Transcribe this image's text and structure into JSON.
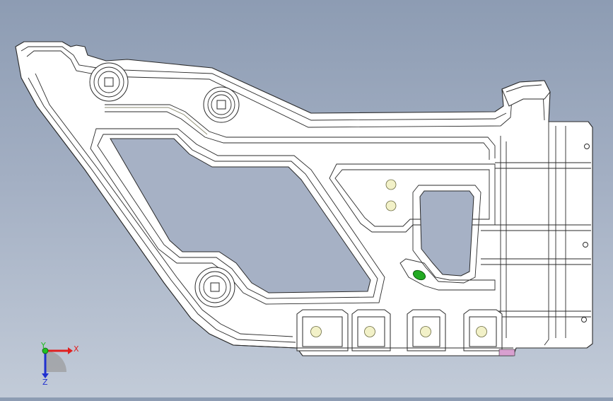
{
  "viewport": {
    "background_top": "#8d9cb3",
    "background_bottom": "#c2cbd8",
    "part_fill": "#ffffff",
    "part_edge": "#2a2a2a",
    "highlight_fill": "#f2f1c8",
    "selected_feature_color": "#22aa22",
    "accent_pink": "#d8a0d0"
  },
  "triad": {
    "x_label": "X",
    "y_label": "Y",
    "z_label": "Z",
    "x_color": "#e02020",
    "y_color": "#20c020",
    "z_color": "#2030d0"
  }
}
